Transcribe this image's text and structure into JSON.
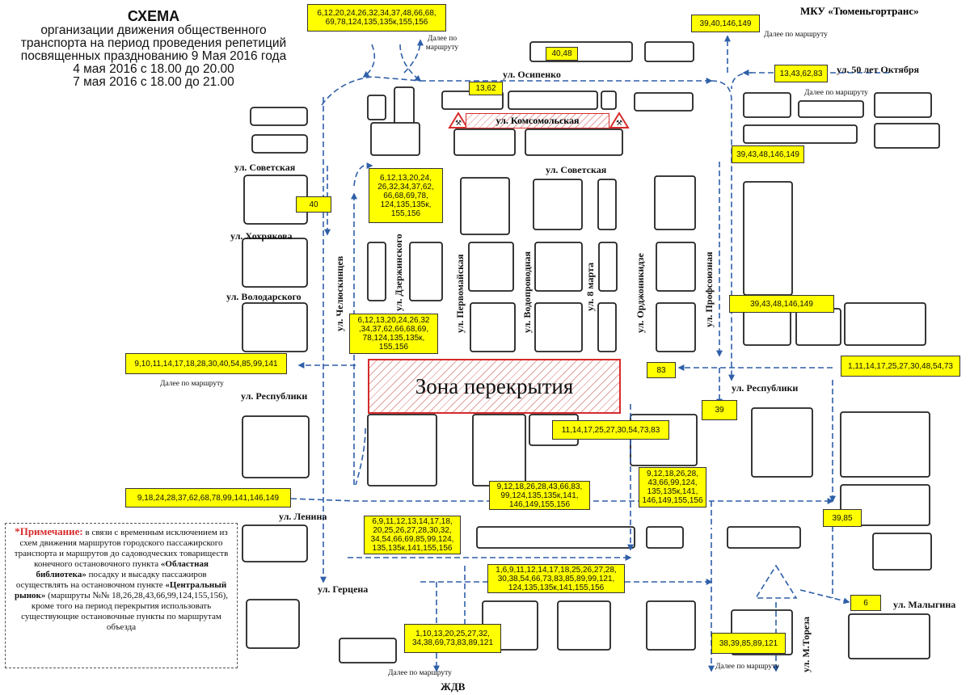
{
  "title": {
    "heading": "СХЕМА",
    "line1": "организации движения общественного",
    "line2": "транспорта на период проведения репетиций",
    "line3": "посвященных празднованию 9 Мая 2016 года",
    "line4": "4 мая 2016 с 18.00 до 20.00",
    "line5": "7 мая 2016 с 18.00 до 21.00"
  },
  "organization": "МКУ «Тюменьгортранс»",
  "zone_label": "Зона перекрытия",
  "streets": {
    "osipenko": "ул. Осипенко",
    "komsomolskaya": "ул. Комсомольская",
    "sovetskaya_left": "ул. Советская",
    "sovetskaya_center": "ул. Советская",
    "khokhryakova": "ул. Хохрякова",
    "volodarskogo": "ул. Володарского",
    "respubliki_left": "ул. Республики",
    "respubliki_right": "ул. Республики",
    "lenina": "ул. Ленина",
    "gertsena": "ул. Герцена",
    "oktyabrya": "ул. 50 лет Октября",
    "malygina": "ул. Малыгина",
    "chelyuskintsev": "ул. Челюскинцев",
    "dzerzhinskogo": "ул. Дзержинского",
    "pervomayskaya": "ул. Первомайская",
    "vodoprovodnaya": "ул. Водопроводная",
    "marta8": "ул. 8 марта",
    "ordzhonikidze": "ул. Орджоникидзе",
    "profsoyuznaya": "ул. Профсоюзная",
    "toreza": "ул. М.Тореза",
    "zhdv": "ЖДВ"
  },
  "далее": "Далее по маршруту",
  "route_boxes": [
    "6,12,20,24,26,32,34,37,48,66,68, 69,78,124,135,135к,155,156",
    "40,48",
    "13,62",
    "39,40,146,149",
    "13,43,62,83",
    "39,43,48,146,149",
    "6,12,13,20,24, 26,32,34,37,62, 66,68,69,78, 124,135,135к, 155,156",
    "40",
    "6,12,13,20,24,26,32 ,34,37,62,66,68,69, 78,124,135,135к, 155,156",
    "39,43,48,146,149",
    "9,10,11,14,17,18,28,30,40,54,85,99,141",
    "83",
    "1,11,14,17,25,27,30,48,54,73",
    "39",
    "11,14,17,25,27,30,54,73,83",
    "9,12,18,26,28, 43,66,99,124, 135,135к,141, 146,149,155,156",
    "9,18,24,28,37,62,68,78,99,141,146,149",
    "9,12,18,26,28,43,66,83, 99,124,135,135к,141, 146,149,155,156",
    "6,9,11,12,13,14,17,18, 20,25,26,27,28,30,32, 34,54,66,69,85,99,124, 135,135к,141,155,156",
    "39,85",
    "1,6,9,11,12,14,17,18,25,26,27,28, 30,38,54,66,73,83,85,89,99,121, 124,135,135к,141,155,156",
    "6",
    "1,10,13,20,25,27,32, 34,38,69,73,83,89,121",
    "38,39,85,89,121"
  ],
  "note": {
    "star": "*Примечание:",
    "p1": " в связи с временным исключением из схем движения маршрутов городского пассажирского транспорта и маршрутов до садоводческих товариществ конечного остановочного пункта ",
    "b1": "«Областная библиотека»",
    "p2": " посадку и высадку пассажиров осуществлять на остановочном пункте ",
    "b2": "«Центральный рынок»",
    "p3": " (маршруты №№ 18,26,28,43,66,99,124,155,156), кроме того на период перекрытия использовать существующие остановочные пункты по маршрутам объезда"
  },
  "colors": {
    "route_line": "#2e5fa8",
    "route_box": "#ffff00",
    "closure": "#d62b2b"
  }
}
